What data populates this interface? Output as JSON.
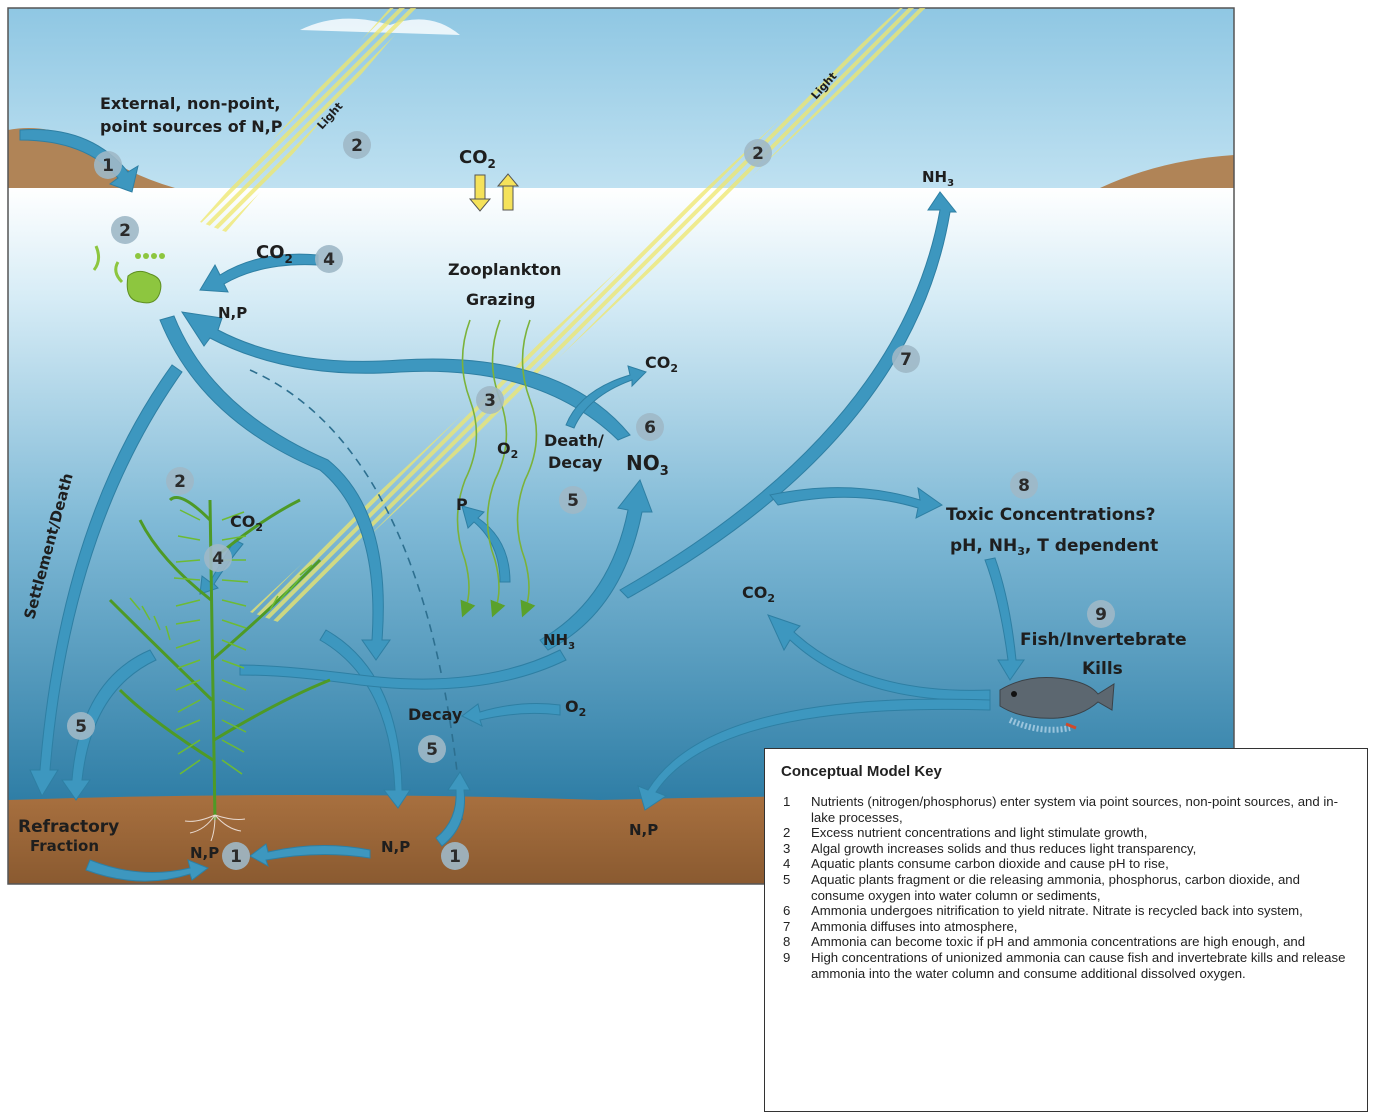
{
  "labels": {
    "external_sources": [
      "External, non-point,",
      "point sources of N,P"
    ],
    "light_1": "Light",
    "light_2": "Light",
    "co2_surface": "CO",
    "co2_surface_sub": "2",
    "nh3_top": "NH",
    "nh3_top_sub": "3",
    "co2_algae": "CO",
    "co2_algae_sub": "2",
    "np_algae": "N,P",
    "zooplankton": [
      "Zooplankton",
      "Grazing"
    ],
    "co2_decay": "CO",
    "co2_decay_sub": "2",
    "o2_mid": "O",
    "o2_mid_sub": "2",
    "death_decay": [
      "Death/",
      "Decay"
    ],
    "no3": "NO",
    "no3_sub": "3",
    "p_label": "P",
    "settlement": "Settlement/Death",
    "co2_plant": "CO",
    "co2_plant_sub": "2",
    "nh3_mid": "NH",
    "nh3_mid_sub": "3",
    "o2_low": "O",
    "o2_low_sub": "2",
    "decay": "Decay",
    "refractory": [
      "Refractory",
      "Fraction"
    ],
    "np_roots": "N,P",
    "np_sediment": "N,P",
    "np_right": "N,P",
    "toxic": [
      "Toxic Concentrations?",
      "pH, NH",
      "3",
      ", T dependent"
    ],
    "co2_fish": "CO",
    "co2_fish_sub": "2",
    "fish_kills": [
      "Fish/Invertebrate",
      "Kills"
    ]
  },
  "step_markers": {
    "external": "1",
    "light_left": "2",
    "light_right": "2",
    "algae": "2",
    "algae_co2": "4",
    "zooplankton": "3",
    "nitrification": "6",
    "death_decay": "5",
    "plant": "2",
    "plant_co2": "4",
    "plant_fragment": "5",
    "decay": "5",
    "diffusion": "7",
    "toxic": "8",
    "fish": "9",
    "roots": "1",
    "sediment": "1"
  },
  "key": {
    "title": "Conceptual Model Key",
    "items": [
      {
        "n": "1",
        "text": "Nutrients (nitrogen/phosphorus) enter system via point sources, non-point sources, and in-lake processes,"
      },
      {
        "n": "2",
        "text": "Excess nutrient concentrations and light stimulate growth,"
      },
      {
        "n": "3",
        "text": "Algal growth increases solids and thus reduces light transparency,"
      },
      {
        "n": "4",
        "text": "Aquatic plants consume carbon dioxide and cause pH to rise,"
      },
      {
        "n": "5",
        "text": "Aquatic plants fragment or die releasing ammonia, phosphorus, carbon dioxide, and consume oxygen into water column or sediments,"
      },
      {
        "n": "6",
        "text": "Ammonia undergoes nitrification to yield nitrate.  Nitrate is recycled back into system,"
      },
      {
        "n": "7",
        "text": "Ammonia diffuses into atmosphere,"
      },
      {
        "n": "8",
        "text": "Ammonia can become toxic if pH and ammonia concentrations are high enough, and"
      },
      {
        "n": "9",
        "text": "High concentrations of unionized ammonia can cause fish and invertebrate kills and release ammonia into the water column and consume additional dissolved oxygen."
      }
    ]
  },
  "colors": {
    "sky": "#a7d4ea",
    "water_top": "#ffffff",
    "water_bottom": "#3f8fb4",
    "sediment": "#a06a3c",
    "arrow": "#3d97bf",
    "plant": "#5aa12c",
    "light_beam": "#f2ec6c"
  }
}
